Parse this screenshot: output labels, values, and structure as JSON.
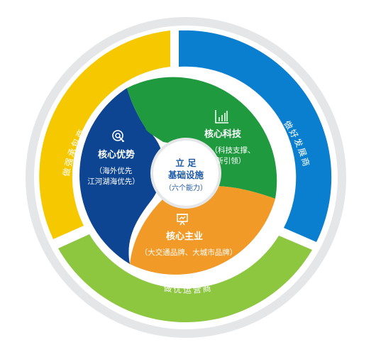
{
  "outer_ring": {
    "left_label": "做强承包商",
    "right_label": "做好发展商",
    "bottom_label": "做优运营商"
  },
  "center": {
    "title_line1": "立 足",
    "title_line2": "基础设施",
    "subtitle": "（六个能力）"
  },
  "sectors": {
    "advantage": {
      "title": "核心优势",
      "sub_line1": "（海外优先",
      "sub_line2": "江河湖海优先）",
      "icon": "target-icon"
    },
    "technology": {
      "title": "核心科技",
      "sub_line1": "（科技支撑、",
      "sub_line2": "创新引领）",
      "icon": "bar-chart-icon"
    },
    "business": {
      "title": "核心主业",
      "sub_line1": "（大交通品牌、大城市品牌）",
      "icon": "presentation-icon"
    }
  },
  "colors": {
    "outer_grey": "#e5e6e8",
    "yellow": "#f6c800",
    "blue": "#0a7fd0",
    "light_green": "#8dc63f",
    "dark_blue": "#0d4593",
    "green": "#1f9a3f",
    "orange": "#f29a28"
  }
}
